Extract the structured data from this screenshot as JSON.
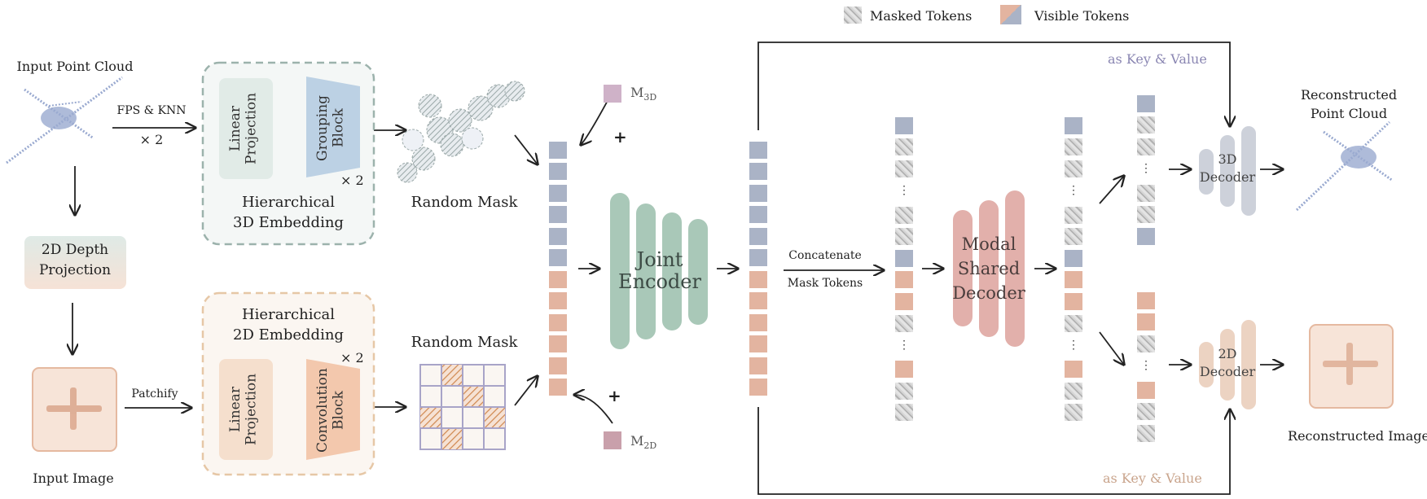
{
  "legend": {
    "masked": "Masked Tokens",
    "visible": "Visible Tokens"
  },
  "labels": {
    "input_point_cloud": "Input Point Cloud",
    "fps_knn": "FPS & KNN",
    "times2_a": "× 2",
    "times2_b": "× 2",
    "times2_c": "× 2",
    "linear_projection_3d": "Linear Projection",
    "grouping_block": "Grouping Block",
    "hier_3d_line1": "Hierarchical",
    "hier_3d_line2": "3D Embedding",
    "depth_line1": "2D Depth",
    "depth_line2": "Projection",
    "patchify": "Patchify",
    "input_image": "Input Image",
    "hier_2d_line1": "Hierarchical",
    "hier_2d_line2": "2D Embedding",
    "linear_projection_2d": "Linear Projection",
    "convolution_block": "Convolution Block",
    "random_mask_top": "Random Mask",
    "random_mask_bottom": "Random Mask",
    "m3d": "M",
    "m3d_sub": "3D",
    "m2d": "M",
    "m2d_sub": "2D",
    "plus_top": "+",
    "plus_bottom": "+",
    "joint_encoder_line1": "Joint",
    "joint_encoder_line2": "Encoder",
    "concatenate": "Concatenate",
    "mask_tokens": "Mask Tokens",
    "modal_line1": "Modal",
    "modal_line2": "Shared",
    "modal_line3": "Decoder",
    "kv_top": "as Key & Value",
    "kv_bottom": "as Key & Value",
    "dec3d_line1": "3D",
    "dec3d_line2": "Decoder",
    "dec2d_line1": "2D",
    "dec2d_line2": "Decoder",
    "recon_pc_line1": "Reconstructed",
    "recon_pc_line2": "Point Cloud",
    "recon_image": "Reconstructed Image",
    "ellipsis": "⋮"
  },
  "colors": {
    "visible_3d": "#aab3c6",
    "visible_2d": "#e3b4a0",
    "encoder": "#a9c8b8",
    "modal_decoder": "#e2b0ab",
    "decoder_3d": "#cdd1da",
    "decoder_2d": "#ecd3c2",
    "kv_top_text": "#8a86b2",
    "kv_bottom_text": "#c9a48c"
  }
}
